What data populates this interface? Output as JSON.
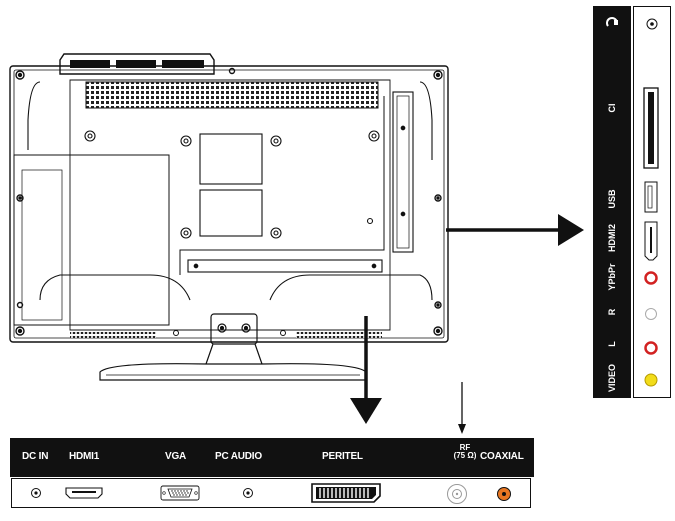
{
  "bottom_panel": {
    "labels": {
      "dc_in": "DC IN",
      "hdmi1": "HDMI1",
      "vga": "VGA",
      "pc_audio": "PC AUDIO",
      "peritel": "PERITEL",
      "rf_line1": "RF",
      "rf_line2": "(75 Ω)",
      "coaxial": "COAXIAL"
    }
  },
  "side_panel": {
    "labels": {
      "ci": "CI",
      "usb": "USB",
      "hdmi2": "HDMI2",
      "ypbpr": "YPbPr",
      "r": "R",
      "l": "L",
      "video": "VIDEO"
    },
    "icons": {
      "headphone": "headphone-icon"
    }
  },
  "colors": {
    "panel_black": "#111111",
    "jack_red": "#d22222",
    "jack_white": "#ffffff",
    "jack_yellow": "#f2dc1a",
    "coaxial_orange": "#e87722",
    "line": "#111111"
  }
}
